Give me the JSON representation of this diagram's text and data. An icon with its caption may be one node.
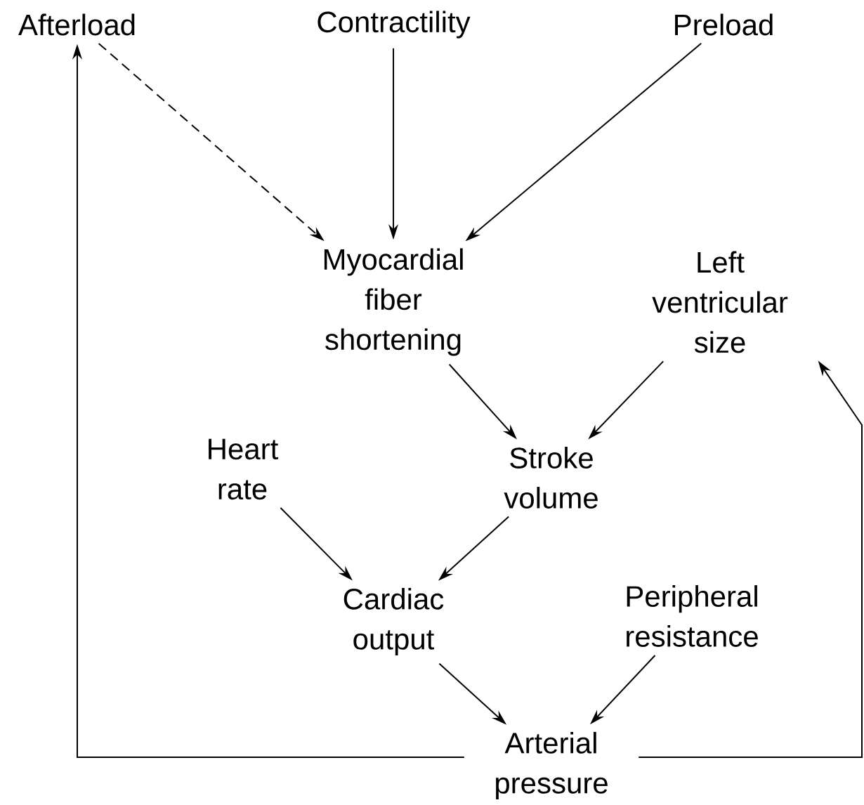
{
  "diagram": {
    "nodes": [
      {
        "text": [
          "Afterload"
        ]
      },
      {
        "text": [
          "Contractility"
        ]
      },
      {
        "text": [
          "Preload"
        ]
      },
      {
        "text": [
          "Myocardial fiber shortening"
        ]
      },
      {
        "text": [
          "Left ventricular size"
        ]
      },
      {
        "text": [
          "Heart rate"
        ]
      },
      {
        "text": [
          "Stroke volume"
        ]
      },
      {
        "text": [
          "Cardiac output"
        ]
      },
      {
        "text": [
          "Peripheral resistance"
        ]
      },
      {
        "text": [
          "Arterial pressure"
        ]
      }
    ],
    "edges": [
      {
        "from": 0,
        "to": 3,
        "arrow": "to",
        "style": "dashed"
      },
      {
        "from": 1,
        "to": 3,
        "arrow": "to"
      },
      {
        "from": 2,
        "to": 3,
        "arrow": "to"
      },
      {
        "from": 3,
        "to": 6,
        "arrow": "to"
      },
      {
        "from": 4,
        "to": 6,
        "arrow": "to"
      },
      {
        "from": 5,
        "to": 7,
        "arrow": "to"
      },
      {
        "from": 6,
        "to": 7,
        "arrow": "to"
      },
      {
        "from": 7,
        "to": 9,
        "arrow": "to"
      },
      {
        "from": 8,
        "to": 9,
        "arrow": "to"
      },
      {
        "from": 9,
        "to": 0,
        "arrow": "to"
      },
      {
        "from": 9,
        "to": 4,
        "arrow": "to"
      }
    ]
  }
}
